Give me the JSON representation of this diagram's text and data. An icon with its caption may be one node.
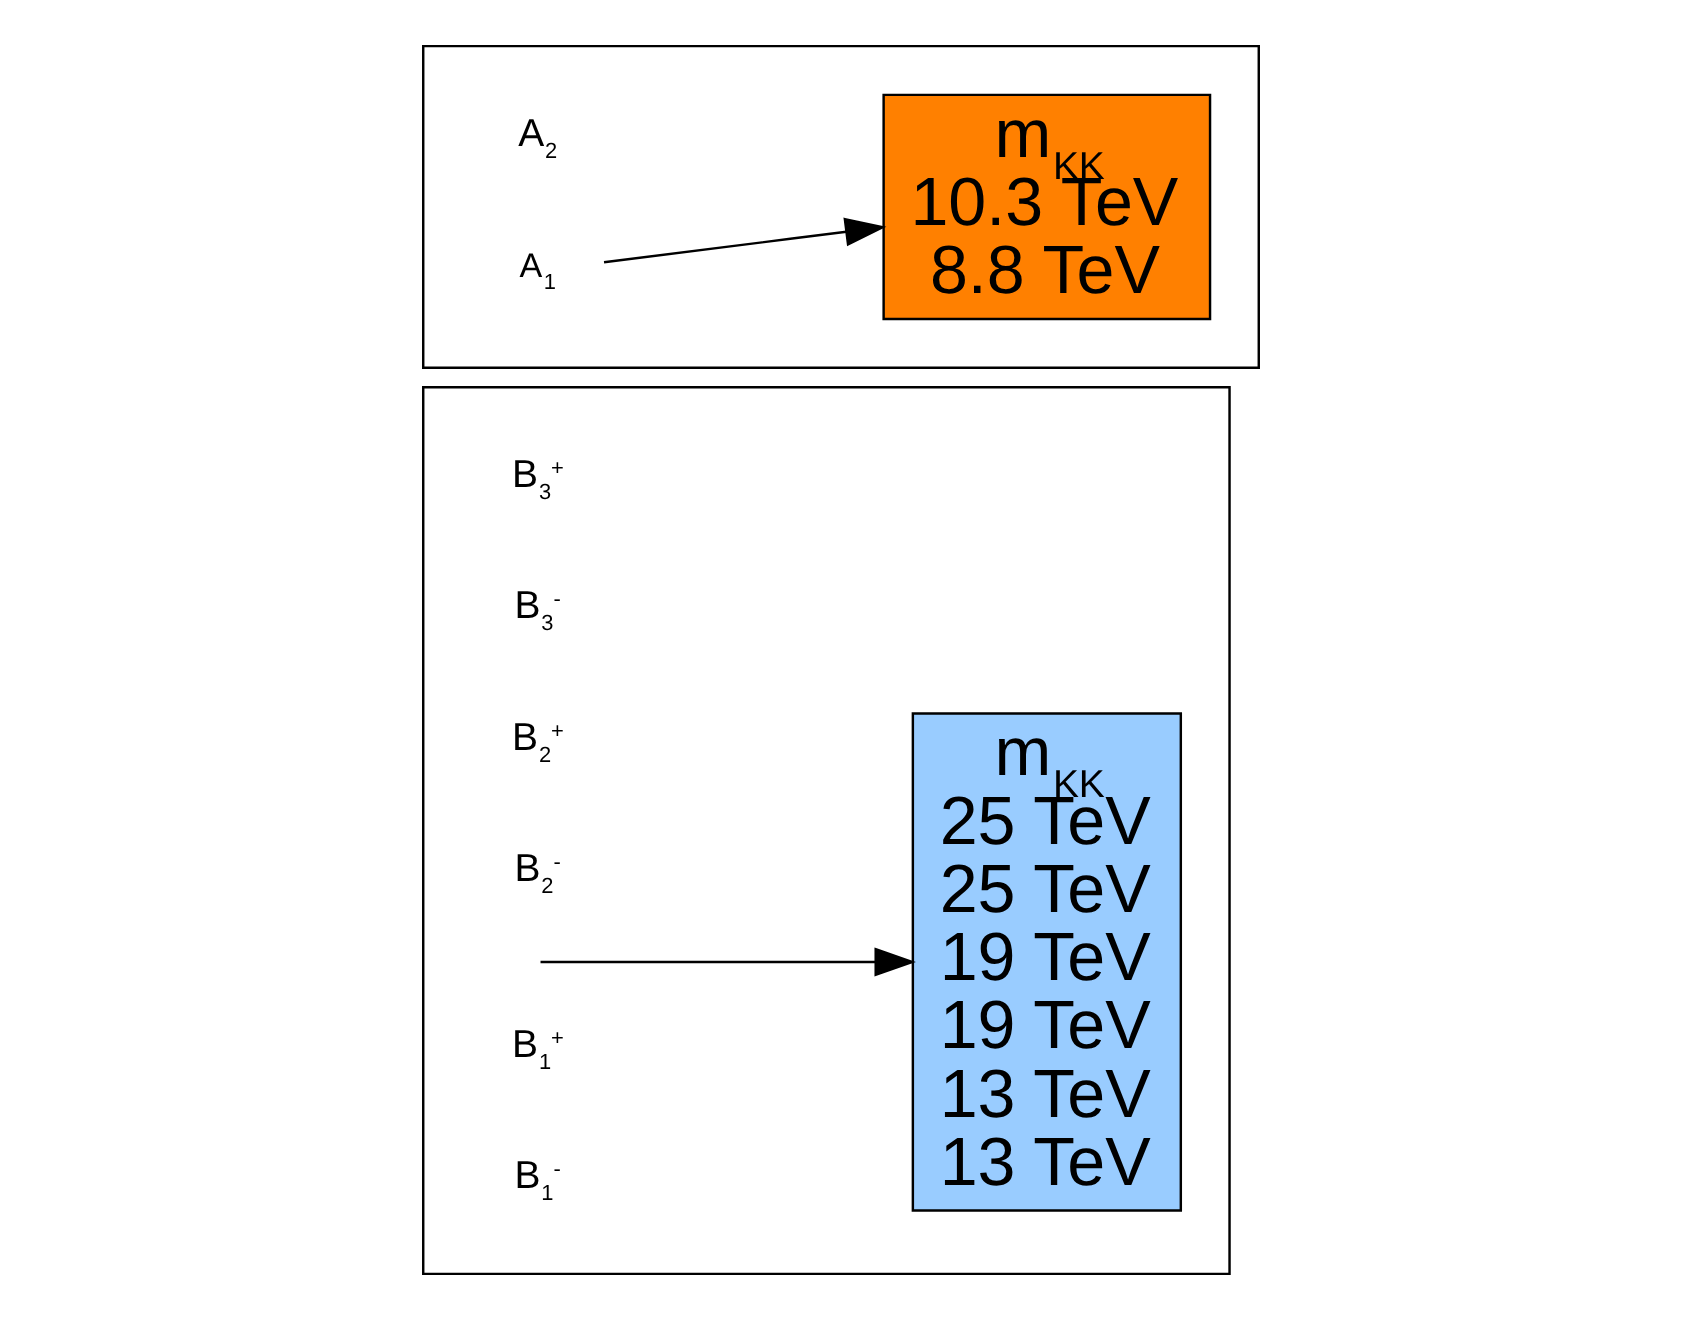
{
  "diagram": {
    "nodes": [
      {
        "text": [],
        "shape": "box"
      },
      {
        "text": [
          "m$_{KK}$",
          "25 TeV",
          "25 TeV",
          "19 TeV",
          "19 TeV",
          "13 TeV",
          "13 TeV"
        ],
        "in": 0
      },
      {
        "text": [],
        "shape": "box"
      },
      {
        "text": [
          "A$_{1}$"
        ],
        "in": 2
      },
      {
        "text": [
          "m$_{KK}$",
          "10.3 TeV",
          "8.8 TeV"
        ],
        "in": 2
      }
    ],
    "edges": [
      {
        "from": null,
        "to": 1,
        "arrow": "to"
      },
      {
        "from": 3,
        "to": 4,
        "arrow": "to"
      }
    ],
    "labels": [
      "B$_{3}$$^{+}$",
      "B$_{3}$$^{-}$",
      "B$_{2}$$^{+}$",
      "B$_{2}$$^{-}$",
      "B$_{1}$$^{+}$",
      "B$_{1}$$^{-}$",
      "A$_{2}$"
    ]
  }
}
